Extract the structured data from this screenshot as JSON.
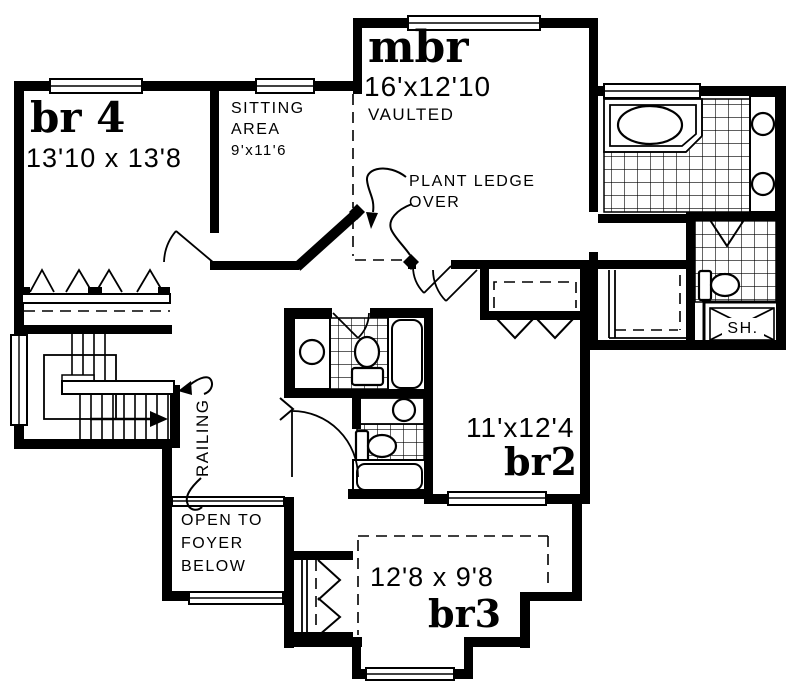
{
  "rooms": {
    "br4": {
      "name": "br 4",
      "dims": "13'10 x 13'8"
    },
    "sitting": {
      "line1": "SITTING",
      "line2": "AREA",
      "dims": "9'x11'6"
    },
    "mbr": {
      "name": "mbr",
      "dims": "16'x12'10",
      "note": "VAULTED"
    },
    "br2": {
      "name": "br2",
      "dims": "11'x12'4"
    },
    "br3": {
      "name": "br3",
      "dims": "12'8 x 9'8"
    }
  },
  "annotations": {
    "plant_ledge": {
      "line1": "PLANT LEDGE",
      "line2": "OVER"
    },
    "railing": "RAILING",
    "open_to_foyer": {
      "line1": "OPEN TO",
      "line2": "FOYER",
      "line3": "BELOW"
    },
    "shower": "SH."
  },
  "colors": {
    "ink": "#000000",
    "paper": "#ffffff"
  }
}
